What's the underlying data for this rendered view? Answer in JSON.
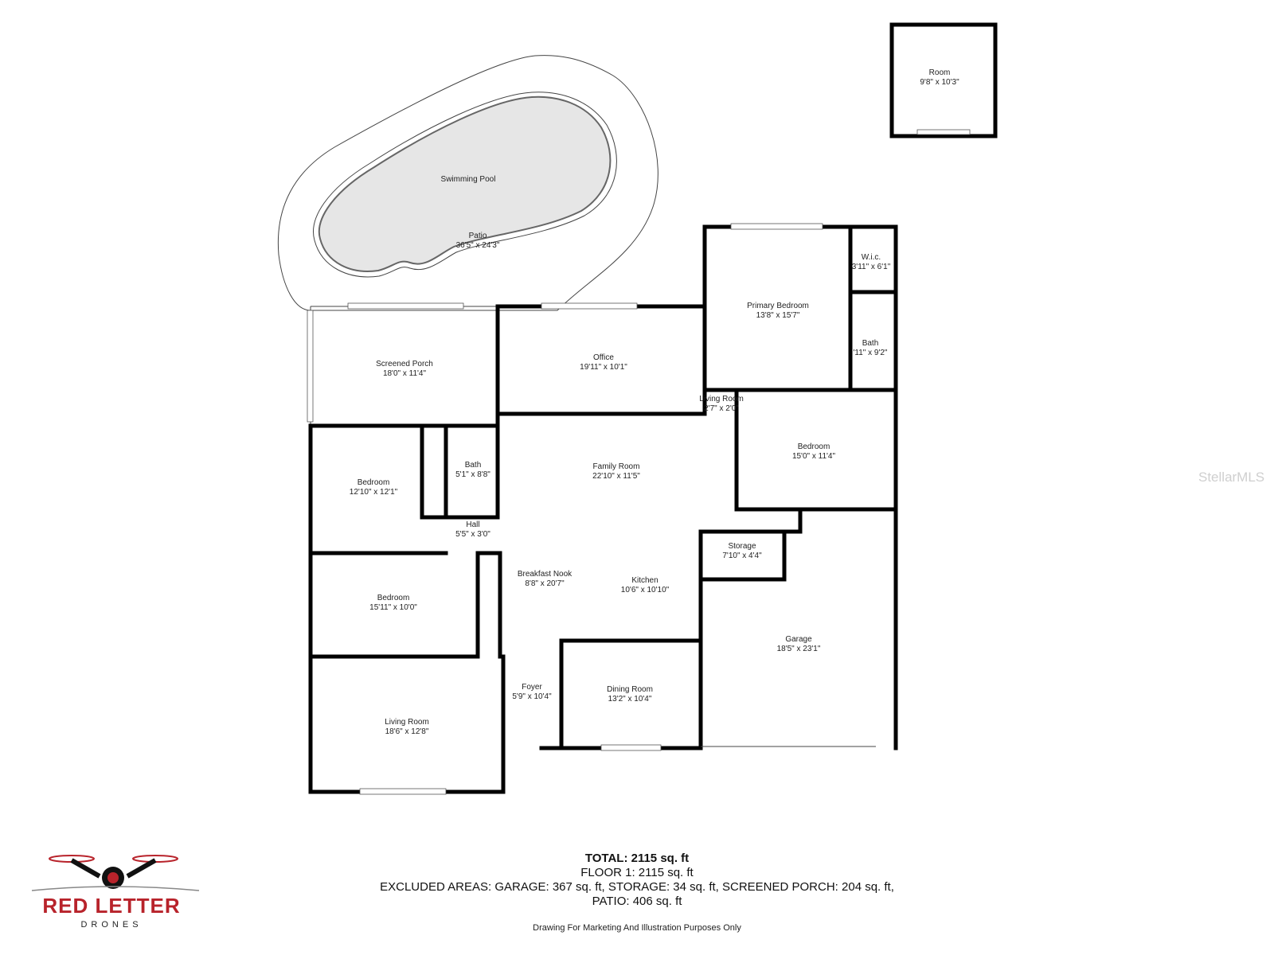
{
  "rooms": {
    "detached_room": {
      "name": "Room",
      "dims": "9'8\" x 10'3\""
    },
    "swimming_pool": {
      "name": "Swimming Pool",
      "dims": ""
    },
    "patio": {
      "name": "Patio",
      "dims": "36'5\" x 24'3\""
    },
    "wic": {
      "name": "W.i.c.",
      "dims": "3'11\" x 6'1\""
    },
    "primary_bedroom": {
      "name": "Primary Bedroom",
      "dims": "13'8\" x 15'7\""
    },
    "primary_bath": {
      "name": "Bath",
      "dims": "'11\" x 9'2\""
    },
    "screened_porch": {
      "name": "Screened Porch",
      "dims": "18'0\" x 11'4\""
    },
    "office": {
      "name": "Office",
      "dims": "19'11\" x 10'1\""
    },
    "living_room_small": {
      "name": "Living Room",
      "dims": "2'7\" x 2'0\""
    },
    "bedroom_east": {
      "name": "Bedroom",
      "dims": "15'0\" x 11'4\""
    },
    "bedroom_west": {
      "name": "Bedroom",
      "dims": "12'10\" x 12'1\""
    },
    "bath_west": {
      "name": "Bath",
      "dims": "5'1\" x 8'8\""
    },
    "family_room": {
      "name": "Family Room",
      "dims": "22'10\" x 11'5\""
    },
    "hall": {
      "name": "Hall",
      "dims": "5'5\" x 3'0\""
    },
    "storage": {
      "name": "Storage",
      "dims": "7'10\" x 4'4\""
    },
    "breakfast_nook": {
      "name": "Breakfast Nook",
      "dims": "8'8\" x 20'7\""
    },
    "kitchen": {
      "name": "Kitchen",
      "dims": "10'6\" x 10'10\""
    },
    "bedroom_south": {
      "name": "Bedroom",
      "dims": "15'11\" x 10'0\""
    },
    "garage": {
      "name": "Garage",
      "dims": "18'5\" x 23'1\""
    },
    "foyer": {
      "name": "Foyer",
      "dims": "5'9\" x 10'4\""
    },
    "dining_room": {
      "name": "Dining Room",
      "dims": "13'2\" x 10'4\""
    },
    "living_room": {
      "name": "Living Room",
      "dims": "18'6\" x 12'8\""
    }
  },
  "summary": {
    "total": "TOTAL: 2115 sq. ft",
    "floor": "FLOOR 1: 2115 sq. ft",
    "excluded_line1": "EXCLUDED AREAS: GARAGE: 367 sq. ft, STORAGE: 34 sq. ft, SCREENED PORCH: 204 sq. ft,",
    "excluded_line2": "PATIO: 406 sq. ft",
    "disclaimer": "Drawing For Marketing And Illustration Purposes Only"
  },
  "logo": {
    "name": "RED LETTER",
    "sub": "DRONES"
  },
  "watermark": "StellarMLS",
  "colors": {
    "wall": "#000000",
    "pool_fill": "#e6e6e6",
    "logo_red": "#b8232b"
  }
}
